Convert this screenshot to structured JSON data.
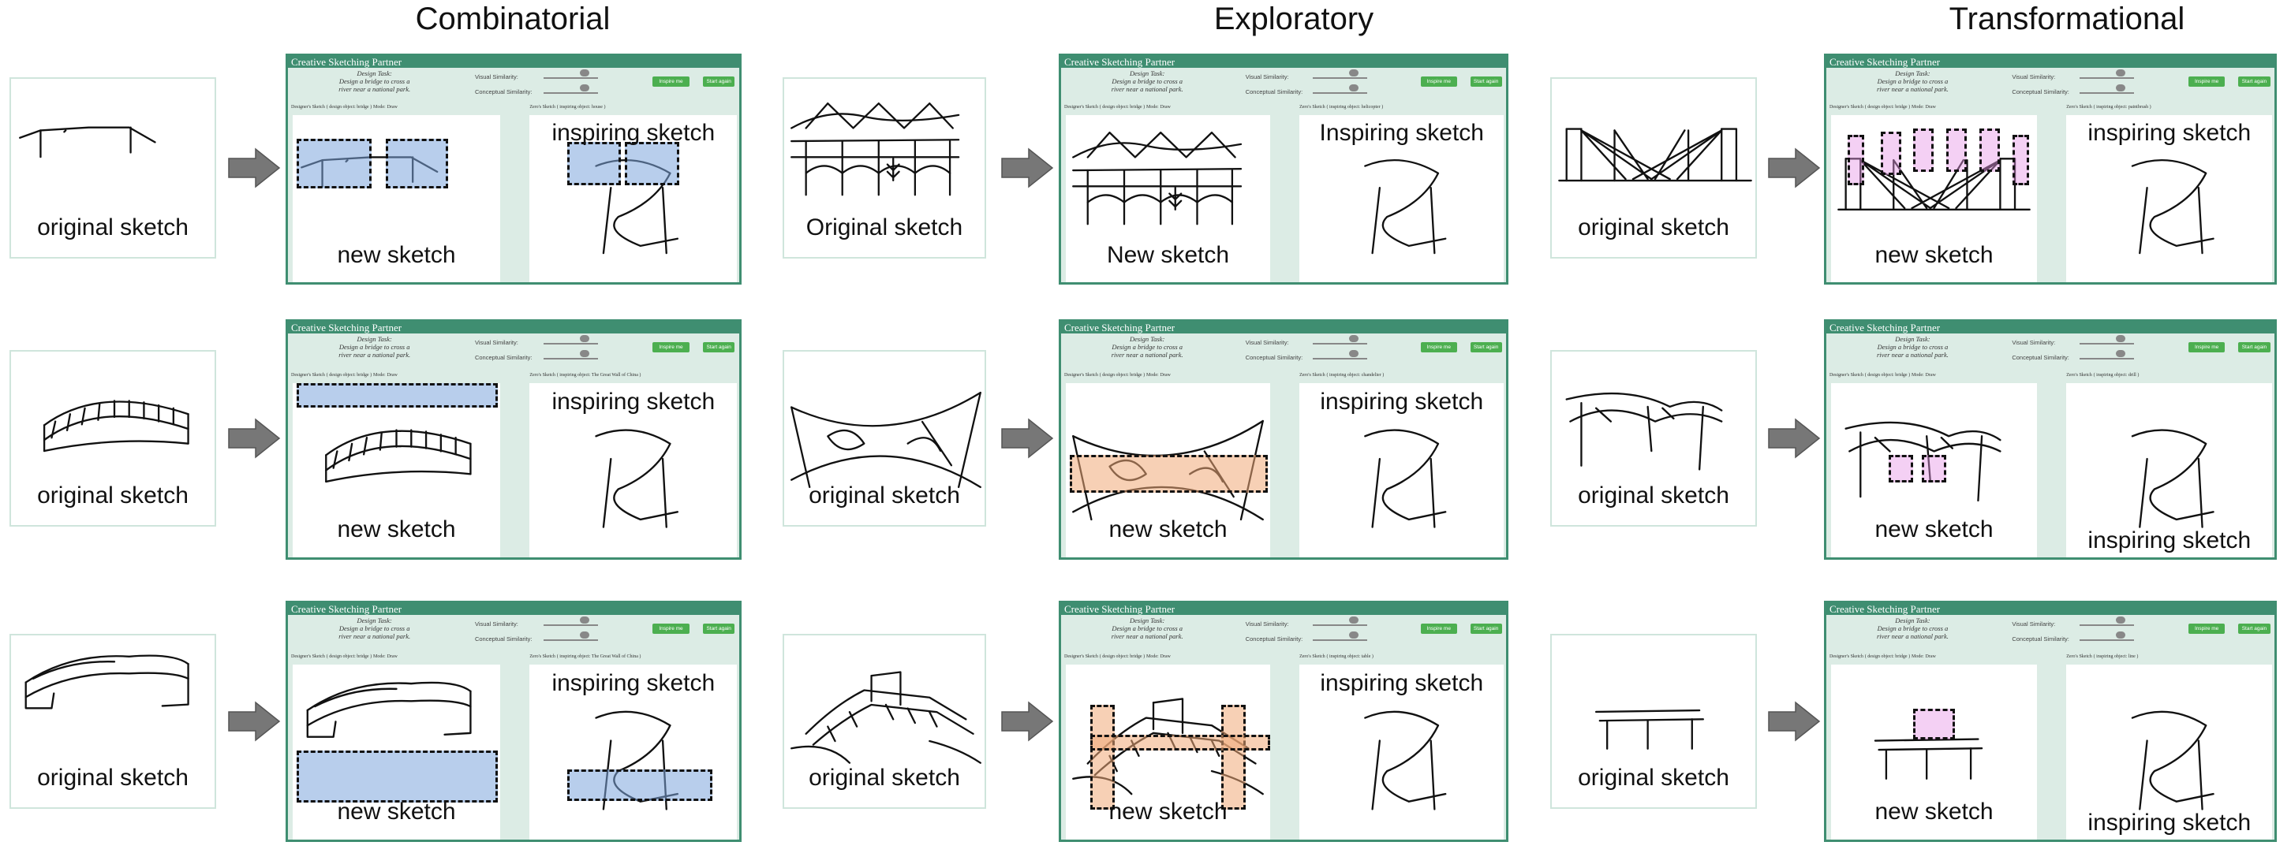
{
  "columns": [
    "Combinatorial",
    "Exploratory",
    "Transformational"
  ],
  "app_title": "Creative Sketching Partner",
  "task_line1": "Design Task:",
  "task_line2": "Design a bridge to cross a",
  "task_line3": "river near a national park.",
  "visual_similarity": "Visual Similarity:",
  "conceptual_similarity": "Conceptual Similarity:",
  "inspire_button": "Inspire me",
  "start_button": "Start again",
  "designers_sketch": "Designer's Sketch",
  "design_object": "( design object: bridge )",
  "mode_label": "Mode:",
  "mode_value": "Draw",
  "zeros_sketch": "Zero's Sketch",
  "colors": {
    "accent": "#3f8e71",
    "panel_bg": "#dcece5",
    "highlight_blue": "#7ea6dc",
    "highlight_orange": "#f0aa78",
    "highlight_pink": "#e696e6",
    "arrow": "#777777"
  },
  "rows": [
    {
      "combinatorial": {
        "original": "original sketch",
        "new": "new sketch",
        "inspiring": "inspiring sketch",
        "inspiring_object": "( inspiring object: house )"
      },
      "exploratory": {
        "original": "Original sketch",
        "new": "New sketch",
        "inspiring": "Inspiring sketch",
        "inspiring_object": "( inspiring object: helicopter )"
      },
      "transformational": {
        "original": "original sketch",
        "new": "new sketch",
        "inspiring": "inspiring sketch",
        "inspiring_object": "( inspiring object: paintbrush )"
      }
    },
    {
      "combinatorial": {
        "original": "original sketch",
        "new": "new sketch",
        "inspiring": "inspiring sketch",
        "inspiring_object": "( inspiring object: The Great Wall of China )"
      },
      "exploratory": {
        "original": "original sketch",
        "new": "new sketch",
        "inspiring": "inspiring sketch",
        "inspiring_object": "( inspiring object: chandelier )"
      },
      "transformational": {
        "original": "original sketch",
        "new": "new sketch",
        "inspiring": "inspiring sketch",
        "inspiring_object": "( inspiring object: drill )"
      }
    },
    {
      "combinatorial": {
        "original": "original sketch",
        "new": "new sketch",
        "inspiring": "inspiring sketch",
        "inspiring_object": "( inspiring object: The Great Wall of China )"
      },
      "exploratory": {
        "original": "original sketch",
        "new": "new sketch",
        "inspiring": "inspiring sketch",
        "inspiring_object": "( inspiring object: table )"
      },
      "transformational": {
        "original": "original sketch",
        "new": "new sketch",
        "inspiring": "inspiring sketch",
        "inspiring_object": "( inspiring object: line )"
      }
    }
  ]
}
